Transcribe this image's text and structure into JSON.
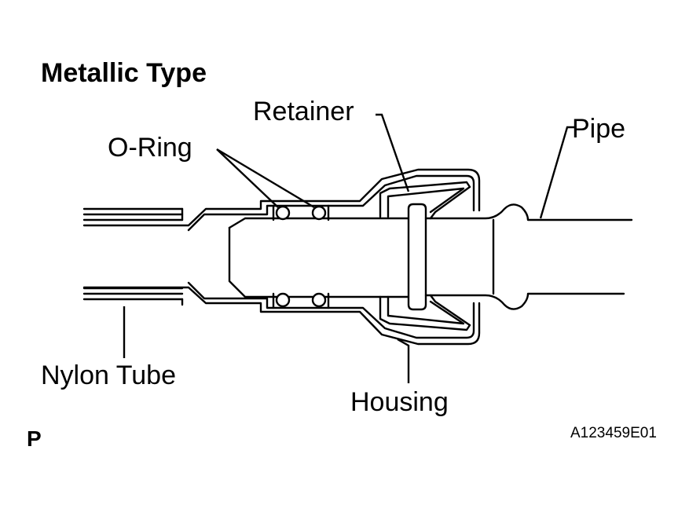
{
  "title": "Metallic Type",
  "labels": {
    "retainer": "Retainer",
    "o_ring": "O-Ring",
    "pipe": "Pipe",
    "nylon_tube": "Nylon Tube",
    "housing": "Housing"
  },
  "corner_mark": "P",
  "figure_code": "A123459E01"
}
